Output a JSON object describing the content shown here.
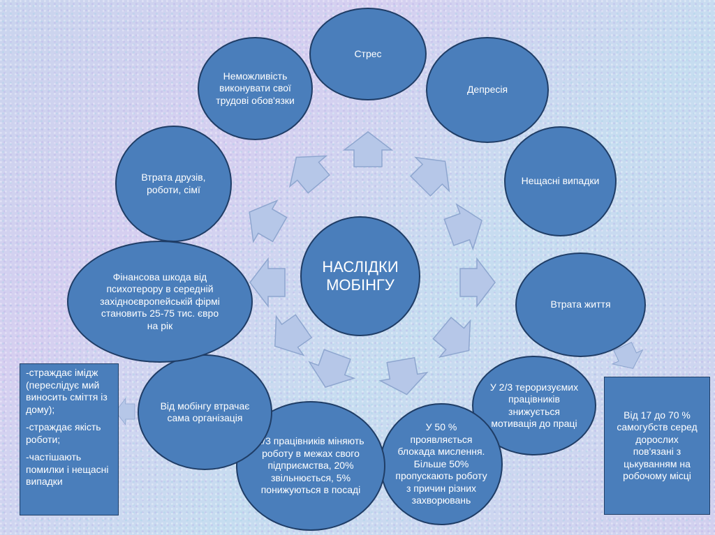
{
  "center": {
    "title": "НАСЛІДКИ МОБІНГУ"
  },
  "nodes": {
    "stress": "Стрес",
    "depression": "Депресія",
    "accidents": "Нещасні випадки",
    "loss_of_life": "Втрата життя",
    "motivation": "У 2/3 тероризуємих працівників знижується мотивація до праці",
    "thinking_block": "У 50 % проявляється блокада мислення. Більше 50% пропускають роботу з причин різних захворювань",
    "job_change": "1/3 працівників міняють роботу в межах свого підприємства, 20% звільнюється, 5% понижуються в посаді",
    "organization": "Від мобінгу втрачає сама організація",
    "financial": "Фінансова шкода від психотерору в середній західноєвропейській фірмі становить 25-75 тис. євро на рік",
    "friends_loss": "Втрата друзів, роботи, сімї",
    "duties": "Неможливість виконувати свої трудові обов'язки"
  },
  "left_box": {
    "items": [
      "-страждає імідж (переслідує мий виносить сміття із дому);",
      "-страждає якість роботи;",
      "-частішають помилки і нещасні випадки"
    ]
  },
  "right_box": {
    "text": "Від 17 до 70 % самогубств серед дорослих пов'язані з цькуванням на робочому місці"
  },
  "colors": {
    "node_fill": "#4a7ebb",
    "node_border": "#1f3d66",
    "arrow_fill": "#b6c7e8",
    "arrow_stroke": "#8ea6cf",
    "text": "#ffffff"
  }
}
